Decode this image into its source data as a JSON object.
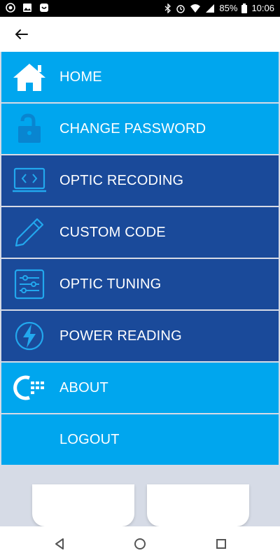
{
  "status_bar": {
    "battery_percent": "85%",
    "time": "10:06",
    "icons": [
      "record-icon",
      "image-icon",
      "notification-icon",
      "bluetooth-icon",
      "alarm-icon",
      "wifi-icon",
      "signal-icon",
      "battery-icon"
    ]
  },
  "app_bar": {
    "back_icon": "arrow-left-icon"
  },
  "drawer": {
    "items": [
      {
        "label": "HOME",
        "icon": "home-icon",
        "style": "light"
      },
      {
        "label": "CHANGE PASSWORD",
        "icon": "lock-icon",
        "style": "light"
      },
      {
        "label": "OPTIC RECODING",
        "icon": "laptop-code-icon",
        "style": "dark"
      },
      {
        "label": "CUSTOM CODE",
        "icon": "pencil-icon",
        "style": "dark"
      },
      {
        "label": "OPTIC TUNING",
        "icon": "sliders-icon",
        "style": "dark"
      },
      {
        "label": "POWER READING",
        "icon": "lightning-icon",
        "style": "dark"
      },
      {
        "label": "ABOUT",
        "icon": "brand-logo-icon",
        "style": "light"
      },
      {
        "label": "LOGOUT",
        "icon": "",
        "style": "light"
      }
    ]
  },
  "colors": {
    "light_item": "#00a6ee",
    "dark_item": "#1a4a9a",
    "background": "#d6dbe6"
  },
  "nav_bar": {
    "icons": [
      "back-triangle-icon",
      "home-circle-icon",
      "recents-square-icon"
    ]
  }
}
